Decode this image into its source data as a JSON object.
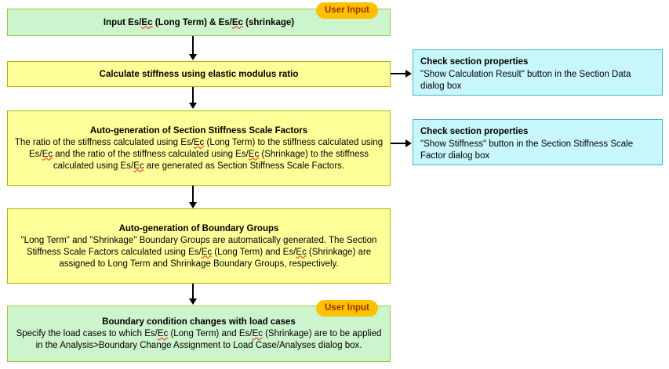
{
  "diagram": {
    "title": "Section Stiffness Scale Factor / Boundary Group auto-generation flow",
    "colors": {
      "user_input_box": "#cdf5cd",
      "user_input_border": "#9aca3c",
      "auto_box": "#ffff99",
      "auto_border": "#b2b200",
      "note_box": "#c8f7fb",
      "note_border": "#44b6c6",
      "badge_fill": "#ffc000",
      "badge_text": "#993300",
      "connector": "#000000",
      "background": "#ffffff"
    },
    "badges": {
      "user_input": "User Input"
    },
    "nodes": {
      "step1": {
        "kind": "user-input",
        "title": "Input Es/Ec (Long Term) & Es/Ec (shrinkage)",
        "body": ""
      },
      "step2": {
        "kind": "auto",
        "title": "Calculate stiffness using elastic modulus ratio",
        "body": ""
      },
      "step3": {
        "kind": "auto",
        "title": "Auto-generation of Section Stiffness Scale Factors",
        "body": "The ratio of the stiffness calculated using Es/Ec (Long Term) to the stiffness calculated using Es/Ec and the ratio of the stiffness calculated using Es/Ec (Shrinkage) to the stiffness calculated using Es/Ec are generated as Section Stiffness Scale Factors."
      },
      "step4": {
        "kind": "auto",
        "title": "Auto-generation of Boundary Groups",
        "body": "\"Long Term\" and \"Shrinkage\" Boundary Groups are automatically generated. The Section Stiffness Scale Factors calculated using Es/Ec (Long Term) and Es/Ec (Shrinkage) are assigned to Long Term and Shrinkage Boundary Groups, respectively."
      },
      "step5": {
        "kind": "user-input",
        "title": "Boundary condition changes with load cases",
        "body": "Specify the load cases to which Es/Ec (Long Term) and Es/Ec (Shrinkage) are to be applied in the Analysis>Boundary Change Assignment to Load Case/Analyses dialog box."
      },
      "note1": {
        "kind": "note",
        "title": "Check section properties",
        "body": "\"Show Calculation Result\" button in the Section Data dialog box"
      },
      "note2": {
        "kind": "note",
        "title": "Check section properties",
        "body": "\"Show Stiffness\" button in the Section Stiffness Scale Factor dialog box"
      }
    }
  }
}
